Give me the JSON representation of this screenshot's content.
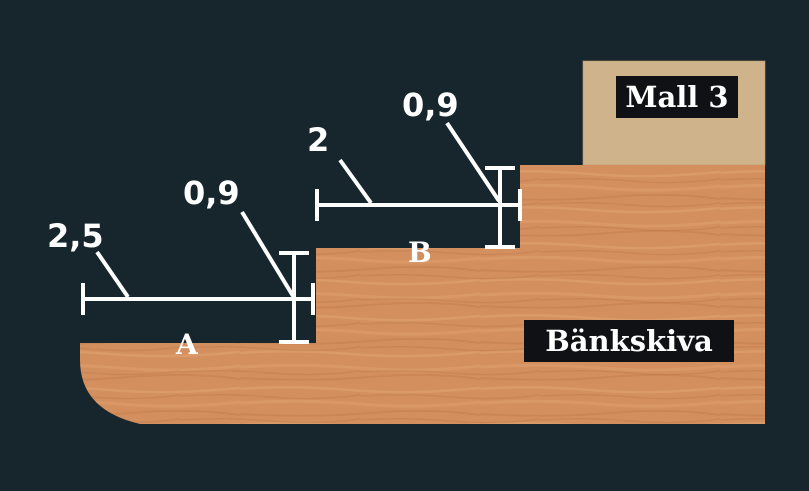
{
  "colors": {
    "background": "#17262d",
    "countertop_wood": "#d38f5d",
    "template_wood": "#cfb38a",
    "dimension_lines": "#ffffff",
    "label_box": "#0f1114"
  },
  "labels": {
    "template": "Mall 3",
    "countertop": "Bänkskiva"
  },
  "segments": {
    "a": "A",
    "b": "B"
  },
  "dimensions": {
    "step_a_depth": "2,5",
    "step_a_height": "0,9",
    "step_b_depth": "2",
    "step_b_height": "0,9"
  }
}
